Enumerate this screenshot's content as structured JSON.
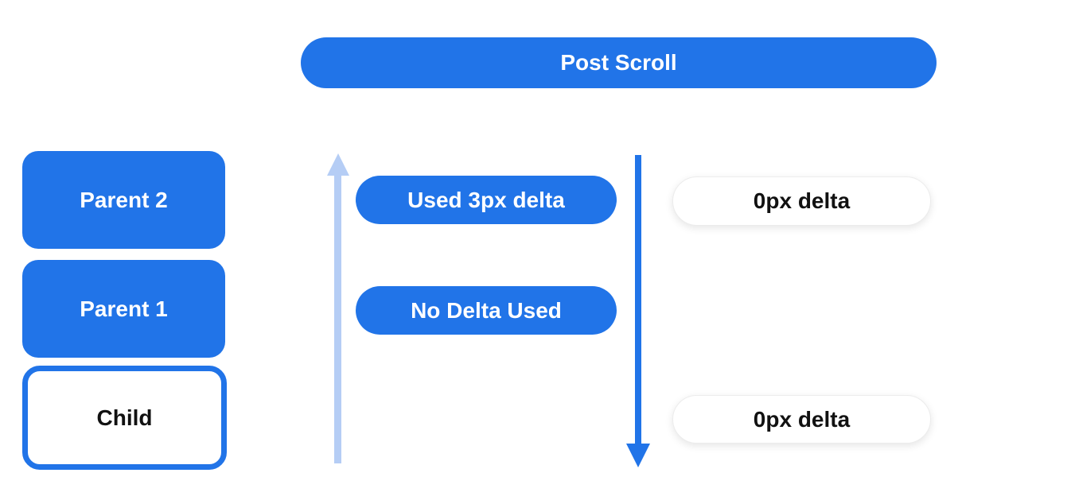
{
  "header": {
    "title": "Post Scroll"
  },
  "scroll_stack": {
    "parent2_label": "Parent 2",
    "parent1_label": "Parent 1",
    "child_label": "Child"
  },
  "upward_pass": {
    "used_delta_label": "Used 3px delta",
    "no_delta_label": "No Delta Used"
  },
  "downward_pass": {
    "top_delta_label": "0px delta",
    "bottom_delta_label": "0px delta"
  },
  "icons": {
    "up_arrow": "arrow-up",
    "down_arrow": "arrow-down"
  },
  "colors": {
    "primary_blue": "#2174e8",
    "light_blue": "#b5cdf5",
    "pill_border": "#ececec",
    "text_dark": "#111111",
    "text_light": "#ffffff",
    "background": "#ffffff"
  }
}
